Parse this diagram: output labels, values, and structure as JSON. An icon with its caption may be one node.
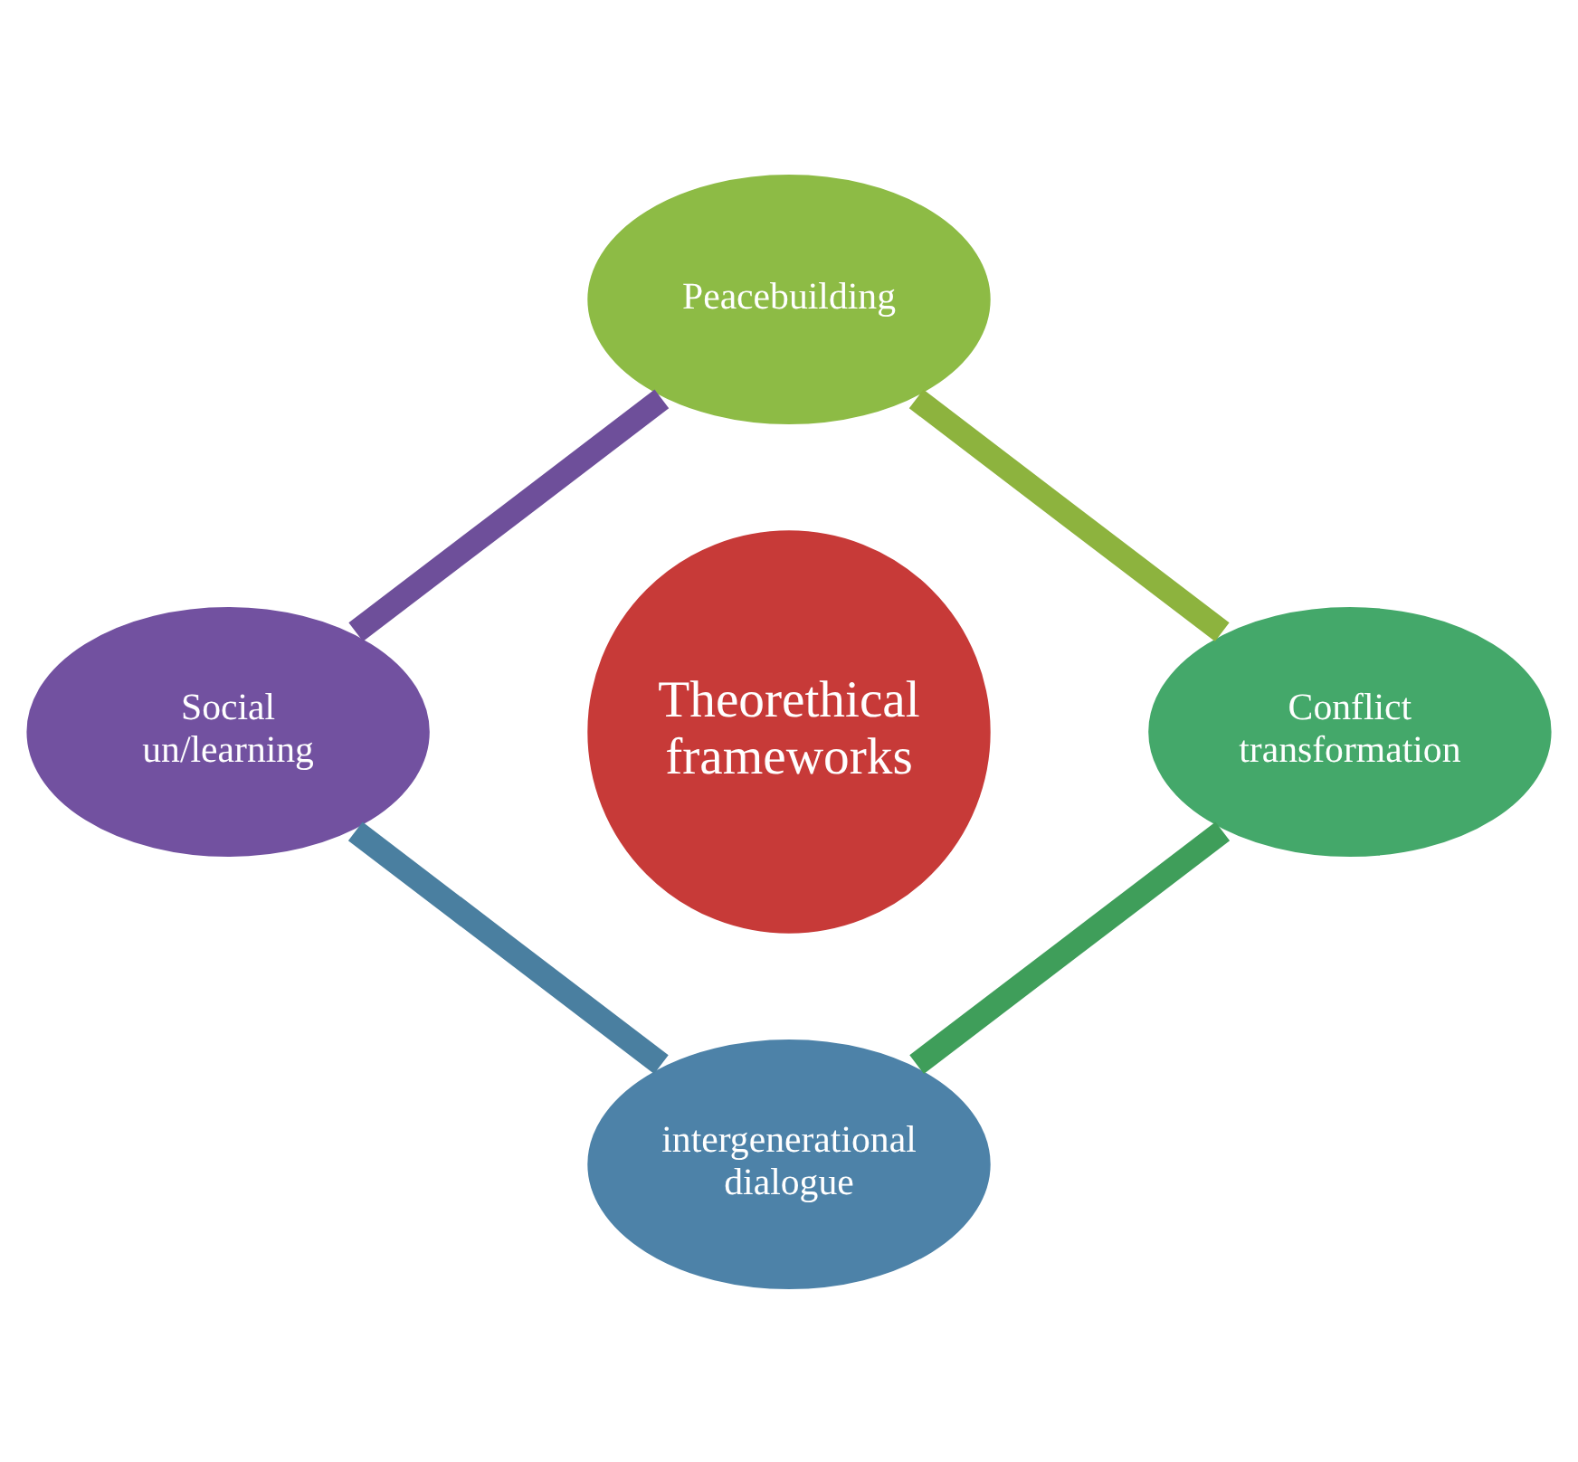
{
  "diagram": {
    "nodes": [
      {
        "text": [
          "Theorethical frameworks"
        ]
      },
      {
        "text": [
          "Peacebuilding"
        ]
      },
      {
        "text": [
          "Conflict transformation"
        ]
      },
      {
        "text": [
          "intergenerational dialogue"
        ]
      },
      {
        "text": [
          "Social un/learning"
        ]
      }
    ],
    "edges": [
      {
        "from": 1,
        "to": 2,
        "arrow": "none",
        "color": "#8db33e"
      },
      {
        "from": 2,
        "to": 3,
        "arrow": "none",
        "color": "#3f9e5a"
      },
      {
        "from": 3,
        "to": 4,
        "arrow": "none",
        "color": "#4a7fa0"
      },
      {
        "from": 4,
        "to": 1,
        "arrow": "none",
        "color": "#6e4f9a"
      }
    ]
  }
}
